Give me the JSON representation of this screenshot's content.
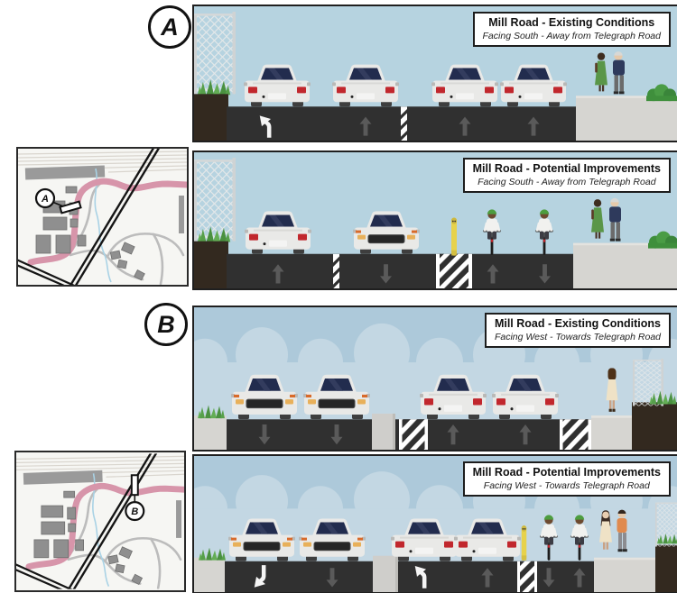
{
  "sections": {
    "a": {
      "badge": "A",
      "map_marker": "A",
      "existing": {
        "title": "Mill Road - Existing Conditions",
        "subtitle": "Facing South - Away from Telegraph Road"
      },
      "improvements": {
        "title": "Mill Road - Potential Improvements",
        "subtitle": "Facing South - Away from Telegraph Road"
      }
    },
    "b": {
      "badge": "B",
      "map_marker": "B",
      "existing": {
        "title": "Mill Road - Existing Conditions",
        "subtitle": "Facing West - Towards Telegraph Road"
      },
      "improvements": {
        "title": "Mill Road - Potential Improvements",
        "subtitle": "Facing West - Towards Telegraph Road"
      }
    }
  },
  "colors": {
    "sky": "#b6d3e0",
    "sky_cloud_band": "#c3d7e3",
    "road": "#303030",
    "sidewalk": "#d6d5d1",
    "dirt": "#33291f",
    "route_highlight_pink": "#d795aa",
    "bollard_yellow": "#e7d24b",
    "helmet_green": "#4d9d3f",
    "taillight_red": "#c1272d",
    "turn_arrow_white": "#f5f5f5",
    "lane_arrow_gray": "#5a5a5a"
  }
}
